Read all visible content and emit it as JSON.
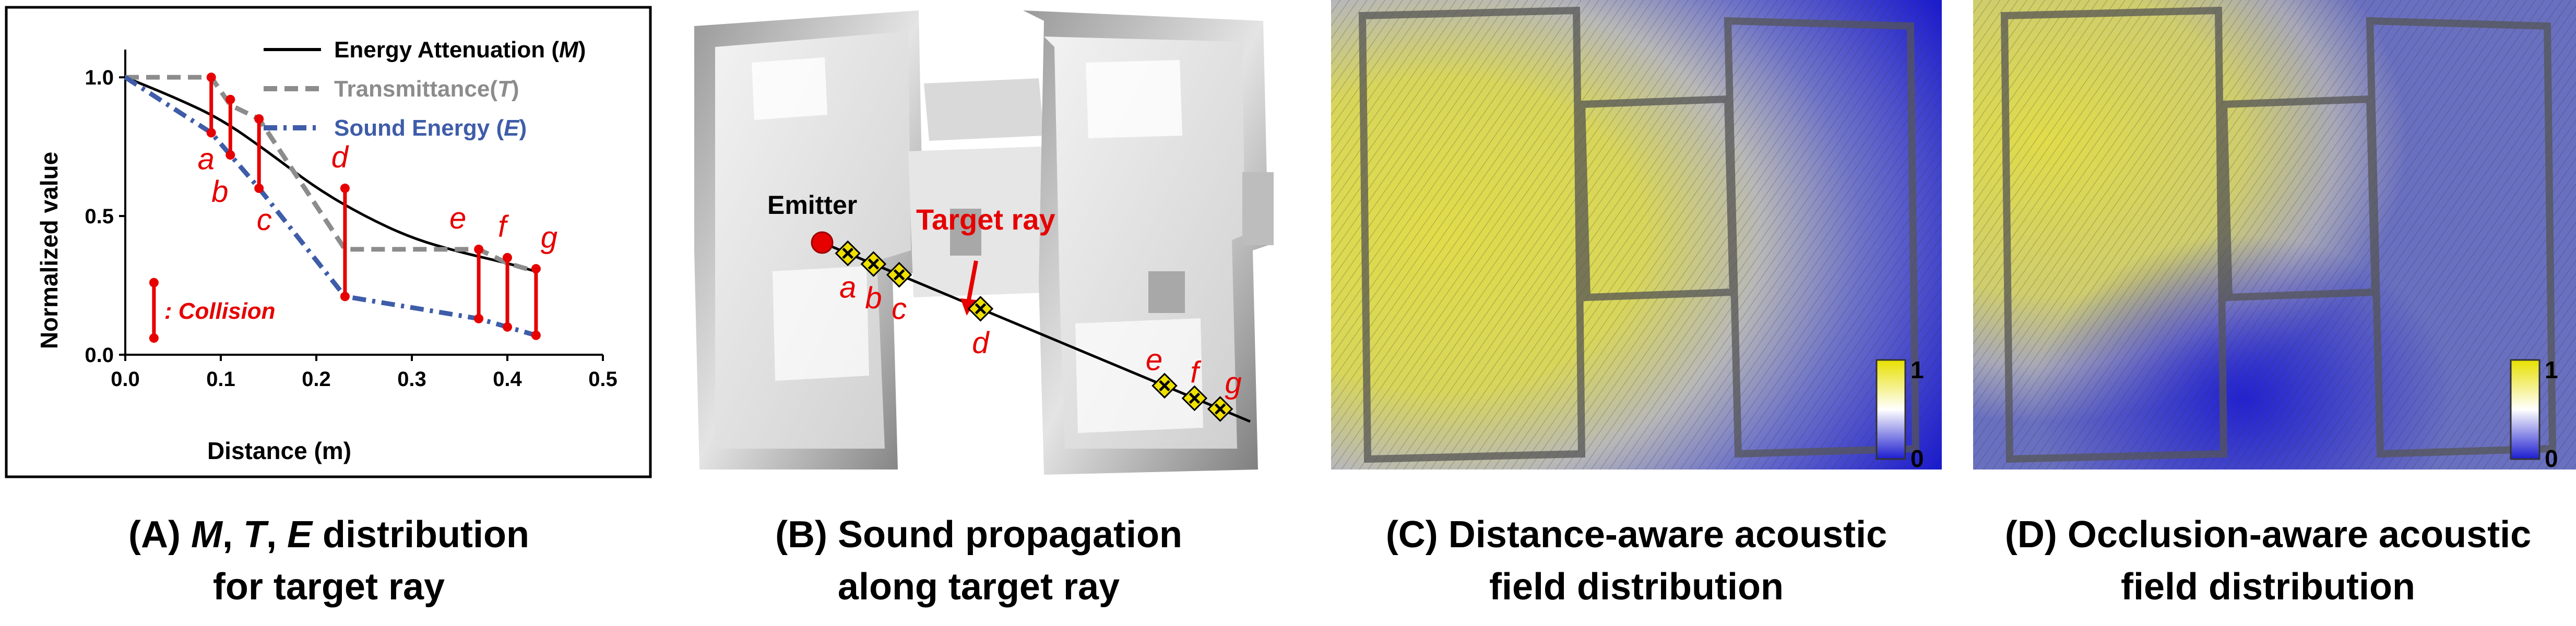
{
  "colors": {
    "collision": "#e60000",
    "transmittance": "#8c8c8c",
    "sound_energy": "#3e5ca8",
    "attenuation": "#000000",
    "marker": "#f0e000",
    "field_high": "#e0dc4a",
    "field_low": "#1c1ccf"
  },
  "chart_data": {
    "type": "line",
    "xlabel": "Distance (m)",
    "ylabel": "Normalized value",
    "xlim": [
      0.0,
      0.5
    ],
    "ylim": [
      0.0,
      1.1
    ],
    "xticks": [
      "0.0",
      "0.1",
      "0.2",
      "0.3",
      "0.4",
      "0.5"
    ],
    "yticks": [
      "0.0",
      "0.5",
      "1.0"
    ],
    "grid": false,
    "legend_position": "top-right",
    "legend": {
      "attenuation_name": "Energy Attenuation (",
      "attenuation_sym": "M",
      "attenuation_close": ")",
      "transmittance_name": "Transmittance(",
      "transmittance_sym": "T",
      "transmittance_close": ")",
      "energy_name": "Sound Energy (",
      "energy_sym": "E",
      "energy_close": ")"
    },
    "collision_legend": ": Collision",
    "series": [
      {
        "key": "attenuation",
        "style": "solid",
        "points": [
          [
            0.0,
            1.0
          ],
          [
            0.05,
            0.93
          ],
          [
            0.1,
            0.85
          ],
          [
            0.15,
            0.73
          ],
          [
            0.2,
            0.6
          ],
          [
            0.25,
            0.5
          ],
          [
            0.3,
            0.42
          ],
          [
            0.35,
            0.37
          ],
          [
            0.4,
            0.33
          ],
          [
            0.43,
            0.3
          ]
        ]
      },
      {
        "key": "transmittance",
        "style": "dashed",
        "points": [
          [
            0.0,
            1.0
          ],
          [
            0.09,
            1.0
          ],
          [
            0.11,
            0.9
          ],
          [
            0.14,
            0.85
          ],
          [
            0.23,
            0.38
          ],
          [
            0.37,
            0.38
          ],
          [
            0.4,
            0.33
          ],
          [
            0.43,
            0.3
          ]
        ]
      },
      {
        "key": "sound_energy",
        "style": "dashdot",
        "points": [
          [
            0.0,
            1.0
          ],
          [
            0.09,
            0.8
          ],
          [
            0.11,
            0.72
          ],
          [
            0.14,
            0.6
          ],
          [
            0.23,
            0.21
          ],
          [
            0.37,
            0.13
          ],
          [
            0.4,
            0.1
          ],
          [
            0.43,
            0.07
          ]
        ]
      }
    ],
    "collisions": [
      {
        "label": "a",
        "x": 0.09,
        "y_top": 1.0,
        "y_bottom": 0.8
      },
      {
        "label": "b",
        "x": 0.11,
        "y_top": 0.92,
        "y_bottom": 0.72
      },
      {
        "label": "c",
        "x": 0.14,
        "y_top": 0.85,
        "y_bottom": 0.6
      },
      {
        "label": "d",
        "x": 0.23,
        "y_top": 0.6,
        "y_bottom": 0.21
      },
      {
        "label": "e",
        "x": 0.37,
        "y_top": 0.38,
        "y_bottom": 0.13
      },
      {
        "label": "f",
        "x": 0.4,
        "y_top": 0.35,
        "y_bottom": 0.1
      },
      {
        "label": "g",
        "x": 0.43,
        "y_top": 0.31,
        "y_bottom": 0.07
      }
    ],
    "collision_legend_bar": {
      "x": 0.03,
      "y_top": 0.26,
      "y_bottom": 0.06
    }
  },
  "panel_b": {
    "emitter_label": "Emitter",
    "target_label": "Target ray",
    "markers": [
      "a",
      "b",
      "c",
      "d",
      "e",
      "f",
      "g"
    ]
  },
  "panel_c": {
    "scale_max": "1",
    "scale_min": "0"
  },
  "panel_d": {
    "scale_max": "1",
    "scale_min": "0"
  },
  "captions": {
    "a": {
      "pre": "(A) ",
      "m": "M",
      "s1": ", ",
      "t": "T",
      "s2": ", ",
      "e": "E",
      "post": " distribution",
      "line2": "for target ray"
    },
    "b": {
      "line1": "(B)  Sound propagation",
      "line2": "along target ray"
    },
    "c": {
      "line1": "(C)  Distance-aware acoustic",
      "line2": "field distribution"
    },
    "d": {
      "line1": "(D)  Occlusion-aware acoustic",
      "line2": "field distribution"
    }
  }
}
